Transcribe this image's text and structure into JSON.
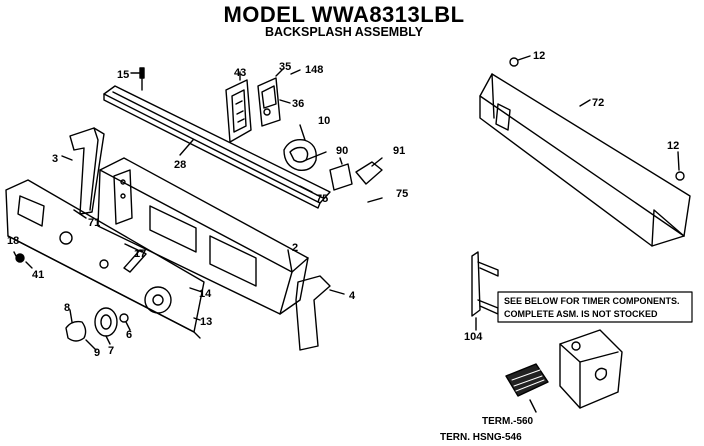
{
  "header": {
    "title": "MODEL WWA8313LBL",
    "subtitle": "BACKSPLASH ASSEMBLY"
  },
  "callouts": {
    "p15": "15",
    "p43": "43",
    "p35": "35",
    "p148": "148",
    "p36": "36",
    "p10": "10",
    "p28": "28",
    "p90": "90",
    "p91": "91",
    "p75a": "75",
    "p75b": "75",
    "p3": "3",
    "p71": "71",
    "p2": "2",
    "p17": "17",
    "p18": "18",
    "p41": "41",
    "p14": "14",
    "p4": "4",
    "p13": "13",
    "p8": "8",
    "p9": "9",
    "p7": "7",
    "p6": "6",
    "p12a": "12",
    "p72": "72",
    "p12b": "12",
    "p104": "104"
  },
  "note": {
    "line1": "SEE BELOW FOR TIMER COMPONENTS.",
    "line2": "COMPLETE ASM. IS NOT STOCKED"
  },
  "references": {
    "term1": "TERM.-560",
    "term2": "TERN. HSNG-546"
  }
}
